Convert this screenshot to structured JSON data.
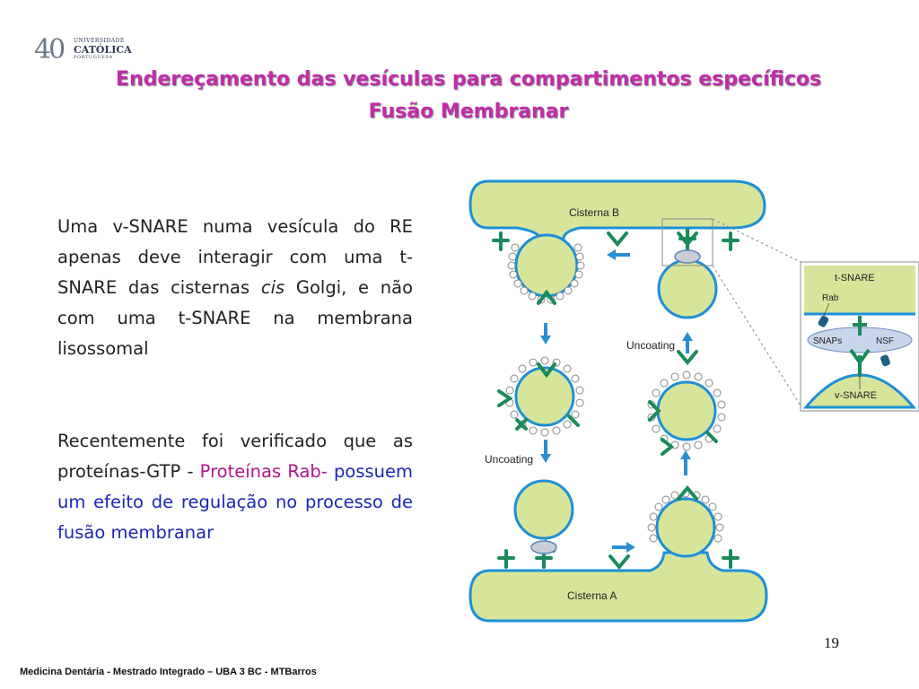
{
  "logo": {
    "number": "40",
    "line1": "UNIVERSIDADE",
    "line2": "CATÓLICA",
    "line3": "PORTUGUESA"
  },
  "title": {
    "line1": "Endereçamento das vesículas para compartimentos específicos",
    "line2": "Fusão Membranar"
  },
  "paragraph1": {
    "before": "Uma v-SNARE numa vesícula do RE apenas deve interagir com uma t-SNARE das cisternas ",
    "italic": "cis",
    "after": " Golgi, e não com uma t-SNARE na membrana lisossomal"
  },
  "paragraph2": {
    "before": "Recentemente foi verificado que as proteínas-GTP - ",
    "pink": "Proteínas Rab",
    "dash": "- ",
    "blue": "possuem um efeito de regulação no processo de fusão membranar"
  },
  "diagram": {
    "cisterna_b": "Cisterna B",
    "cisterna_a": "Cisterna A",
    "uncoating_top": "Uncoating",
    "uncoating_left": "Uncoating",
    "inset": {
      "t_snare": "t-SNARE",
      "rab": "Rab",
      "snaps": "SNAPs",
      "nsf": "NSF",
      "v_snare": "v-SNARE"
    },
    "colors": {
      "membrane": "#d6e59a",
      "membrane_edge": "#1d8fd8",
      "snare": "#1a8a5a",
      "arrow": "#2a8fd1"
    }
  },
  "page_number": "19",
  "footer": "Medicina Dentária - Mestrado Integrado – UBA 3 BC - MTBarros"
}
